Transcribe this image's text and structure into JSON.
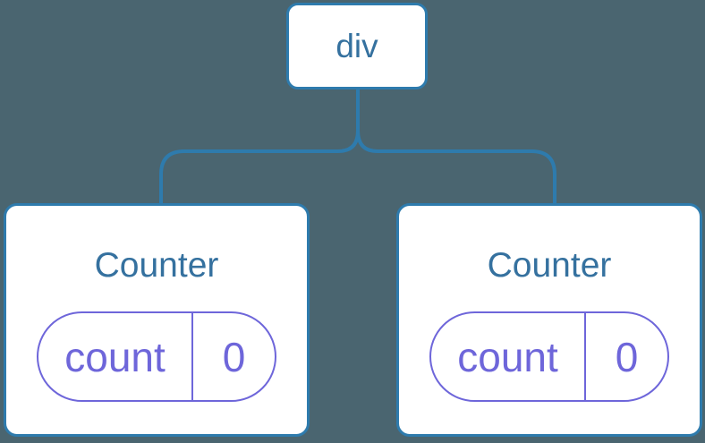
{
  "colors": {
    "background": "#4A6570",
    "line_blue": "#2E7BAD",
    "card_bg": "#FFFFFF",
    "label_blue": "#35719F",
    "purple": "#6E66DA"
  },
  "diagram": {
    "type": "component-tree",
    "root": {
      "label": "div"
    },
    "children": [
      {
        "title": "Counter",
        "state": {
          "key": "count",
          "value": "0"
        }
      },
      {
        "title": "Counter",
        "state": {
          "key": "count",
          "value": "0"
        }
      }
    ]
  }
}
